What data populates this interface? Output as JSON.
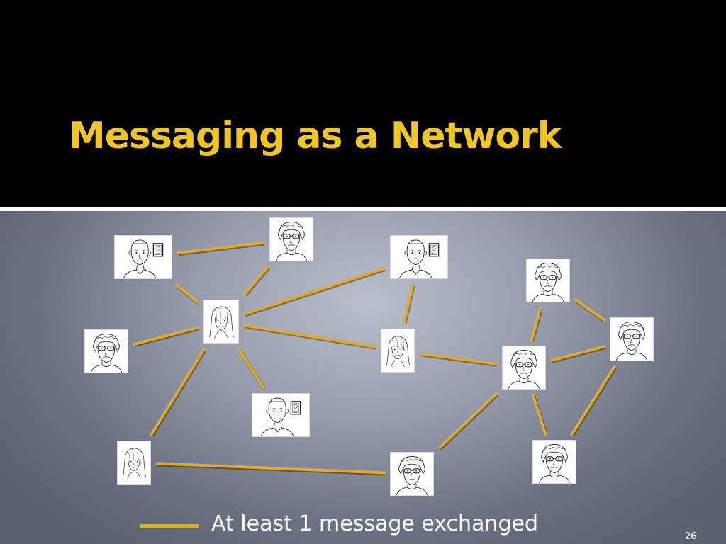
{
  "slide": {
    "title": "Messaging as a Network",
    "legend_label": "At least 1 message exchanged",
    "page_number": "26"
  },
  "colors": {
    "title": "#f3c61f",
    "edge": "#e2a92a",
    "background_top": "#000000",
    "legend_text": "#ffffff"
  },
  "nodes": [
    {
      "id": "man-frame-1",
      "kind": "man-with-picture-frame"
    },
    {
      "id": "woman-glasses-top",
      "kind": "older-woman-glasses"
    },
    {
      "id": "man-frame-2",
      "kind": "man-with-picture-frame"
    },
    {
      "id": "woman-glasses-right-top",
      "kind": "older-woman-glasses"
    },
    {
      "id": "woman-long-hair-center",
      "kind": "young-woman-long-hair"
    },
    {
      "id": "woman-glasses-left",
      "kind": "older-woman-glasses"
    },
    {
      "id": "woman-long-hair-mid",
      "kind": "young-woman-long-hair"
    },
    {
      "id": "woman-glasses-right-mid",
      "kind": "older-woman-glasses"
    },
    {
      "id": "woman-glasses-far-right",
      "kind": "older-woman-glasses"
    },
    {
      "id": "man-frame-3",
      "kind": "man-with-picture-frame"
    },
    {
      "id": "woman-long-hair-bottom",
      "kind": "young-woman-long-hair"
    },
    {
      "id": "woman-glasses-bottom",
      "kind": "older-woman-glasses"
    },
    {
      "id": "woman-glasses-bottom-right",
      "kind": "older-woman-glasses"
    }
  ],
  "edges": [
    [
      "man-frame-1",
      "woman-glasses-top"
    ],
    [
      "man-frame-1",
      "woman-long-hair-center"
    ],
    [
      "woman-glasses-top",
      "woman-long-hair-center"
    ],
    [
      "woman-long-hair-center",
      "man-frame-2"
    ],
    [
      "woman-long-hair-center",
      "woman-long-hair-mid"
    ],
    [
      "woman-long-hair-center",
      "woman-glasses-left"
    ],
    [
      "woman-long-hair-center",
      "man-frame-3"
    ],
    [
      "woman-long-hair-center",
      "woman-long-hair-bottom"
    ],
    [
      "man-frame-2",
      "woman-long-hair-mid"
    ],
    [
      "woman-long-hair-mid",
      "woman-glasses-right-mid"
    ],
    [
      "woman-glasses-right-top",
      "woman-glasses-right-mid"
    ],
    [
      "woman-glasses-right-top",
      "woman-glasses-far-right"
    ],
    [
      "woman-glasses-right-mid",
      "woman-glasses-far-right"
    ],
    [
      "woman-glasses-right-mid",
      "woman-glasses-bottom"
    ],
    [
      "woman-glasses-right-mid",
      "woman-glasses-bottom-right"
    ],
    [
      "woman-glasses-far-right",
      "woman-glasses-bottom-right"
    ],
    [
      "woman-long-hair-bottom",
      "woman-glasses-bottom"
    ]
  ]
}
